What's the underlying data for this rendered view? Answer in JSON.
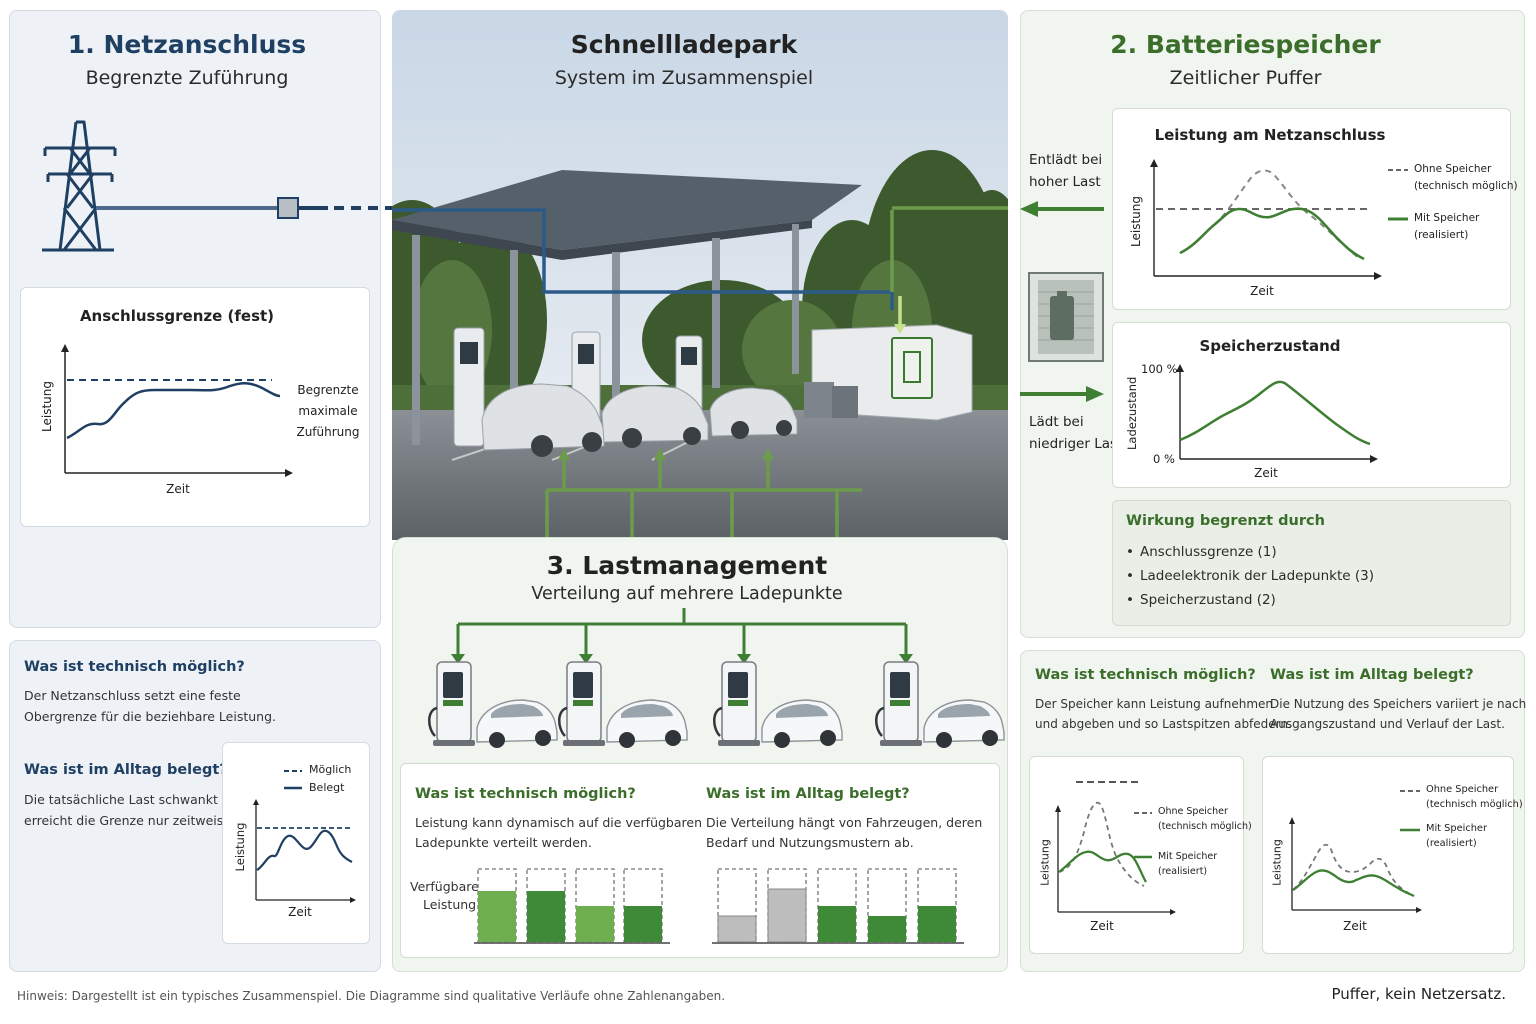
{
  "netz": {
    "title": "1. Netzanschluss",
    "subtitle": "Begrenzte Zuführung",
    "chart_title": "Anschlussgrenze (fest)",
    "chart_ylabel": "Leistung",
    "chart_xlabel": "Zeit",
    "limit_label_1": "Begrenzte",
    "limit_label_2": "maximale",
    "limit_label_3": "Zuführung",
    "q1_title": "Was ist technisch möglich?",
    "q1_line1": "Der Netzanschluss setzt eine feste",
    "q1_line2": "Obergrenze für die beziehbare Leistung.",
    "q2_title": "Was ist im Alltag belegt?",
    "q2_line1": "Die tatsächliche Last schwankt und",
    "q2_line2": "erreicht die Grenze nur zeitweise.",
    "mini_legend_possible": "Möglich",
    "mini_legend_used": "Belegt",
    "mini_ylabel": "Leistung",
    "mini_xlabel": "Zeit"
  },
  "center": {
    "title": "Schnellladepark",
    "subtitle": "System im Zusammenspiel"
  },
  "last": {
    "title": "3. Lastmanagement",
    "subtitle": "Verteilung auf mehrere Ladepunkte",
    "q1_title": "Was ist technisch möglich?",
    "q1_line1": "Leistung kann dynamisch auf die verfügbaren",
    "q1_line2": "Ladepunkte verteilt werden.",
    "q2_title": "Was ist im Alltag belegt?",
    "q2_line1": "Die Verteilung hängt von Fahrzeugen, deren",
    "q2_line2": "Bedarf und Nutzungsmustern ab.",
    "bars_label_1": "Verfügbare",
    "bars_label_2": "Leistung"
  },
  "batt": {
    "title": "2. Batteriespeicher",
    "subtitle": "Zeitlicher Puffer",
    "discharge_1": "Entlädt bei",
    "discharge_2": "hoher Last",
    "charge_1": "Lädt bei",
    "charge_2": "niedriger Last",
    "chart1_title": "Leistung am Netzanschluss",
    "chart1_ylabel": "Leistung",
    "chart1_xlabel": "Zeit",
    "legend_without_1": "Ohne Speicher",
    "legend_without_2": "(technisch möglich)",
    "legend_with_1": "Mit Speicher",
    "legend_with_2": "(realisiert)",
    "chart2_title": "Speicherzustand",
    "chart2_ylabel": "Ladezustand",
    "chart2_xlabel": "Zeit",
    "chart2_y_top": "100 %",
    "chart2_y_bottom": "0 %",
    "limits_title": "Wirkung begrenzt durch",
    "limits": [
      "Anschlussgrenze (1)",
      "Ladeelektronik der Ladepunkte (3)",
      "Speicherzustand (2)"
    ],
    "q1_title": "Was ist technisch möglich?",
    "q1_line1": "Der Speicher kann Leistung aufnehmen",
    "q1_line2": "und abgeben und so Lastspitzen abfedern.",
    "q2_title": "Was ist im Alltag belegt?",
    "q2_line1": "Die Nutzung des Speichers variiert je nach",
    "q2_line2": "Ausgangszustand und Verlauf der Last.",
    "mini_ylabel": "Leistung",
    "mini_xlabel": "Zeit"
  },
  "footer": {
    "note": "Hinweis: Dargestellt ist ein typisches Zusammenspiel. Die Diagramme sind qualitative Verläufe ohne Zahlenangaben.",
    "tagline": "Puffer, kein Netzersatz."
  },
  "colors": {
    "navy": "#1f3f63",
    "green": "#3f7f34",
    "light_green": "#6fae4f",
    "grey": "#bdbdbd"
  }
}
